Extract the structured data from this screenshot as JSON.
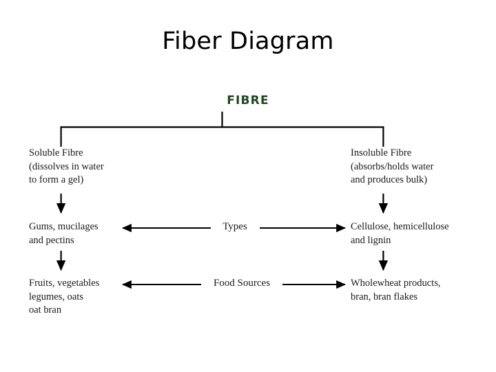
{
  "page": {
    "title": "Fiber Diagram",
    "background_color": "#ffffff",
    "text_color": "#1a1a1a",
    "accent_color": "#1d4620"
  },
  "chart_data": {
    "type": "diagram",
    "title": "Fiber Diagram",
    "root": "FIBRE",
    "branches": [
      {
        "name": "Soluble Fibre",
        "heading": "Soluble Fibre\n(dissolves in water\nto form a gel)",
        "types": "Gums, mucilages\nand pectins",
        "food_sources": "Fruits, vegetables\nlegumes, oats\noat bran"
      },
      {
        "name": "Insoluble Fibre",
        "heading": "Insoluble Fibre\n(absorbs/holds water\nand produces bulk)",
        "types": "Cellulose, hemicellulose\nand lignin",
        "food_sources": "Wholewheat products,\nbran, bran flakes"
      }
    ],
    "row_labels": [
      "Types",
      "Food Sources"
    ]
  },
  "diagram": {
    "root_label": "FIBRE",
    "left": {
      "definition": "Soluble Fibre\n(dissolves in water\nto form a gel)",
      "types": "Gums, mucilages\nand pectins",
      "sources": "Fruits, vegetables\nlegumes, oats\noat bran"
    },
    "right": {
      "definition": "Insoluble Fibre\n(absorbs/holds water\nand produces bulk)",
      "types": "Cellulose, hemicellulose\nand lignin",
      "sources": "Wholewheat products,\nbran, bran flakes"
    },
    "middle": {
      "types_label": "Types",
      "sources_label": "Food Sources"
    }
  }
}
